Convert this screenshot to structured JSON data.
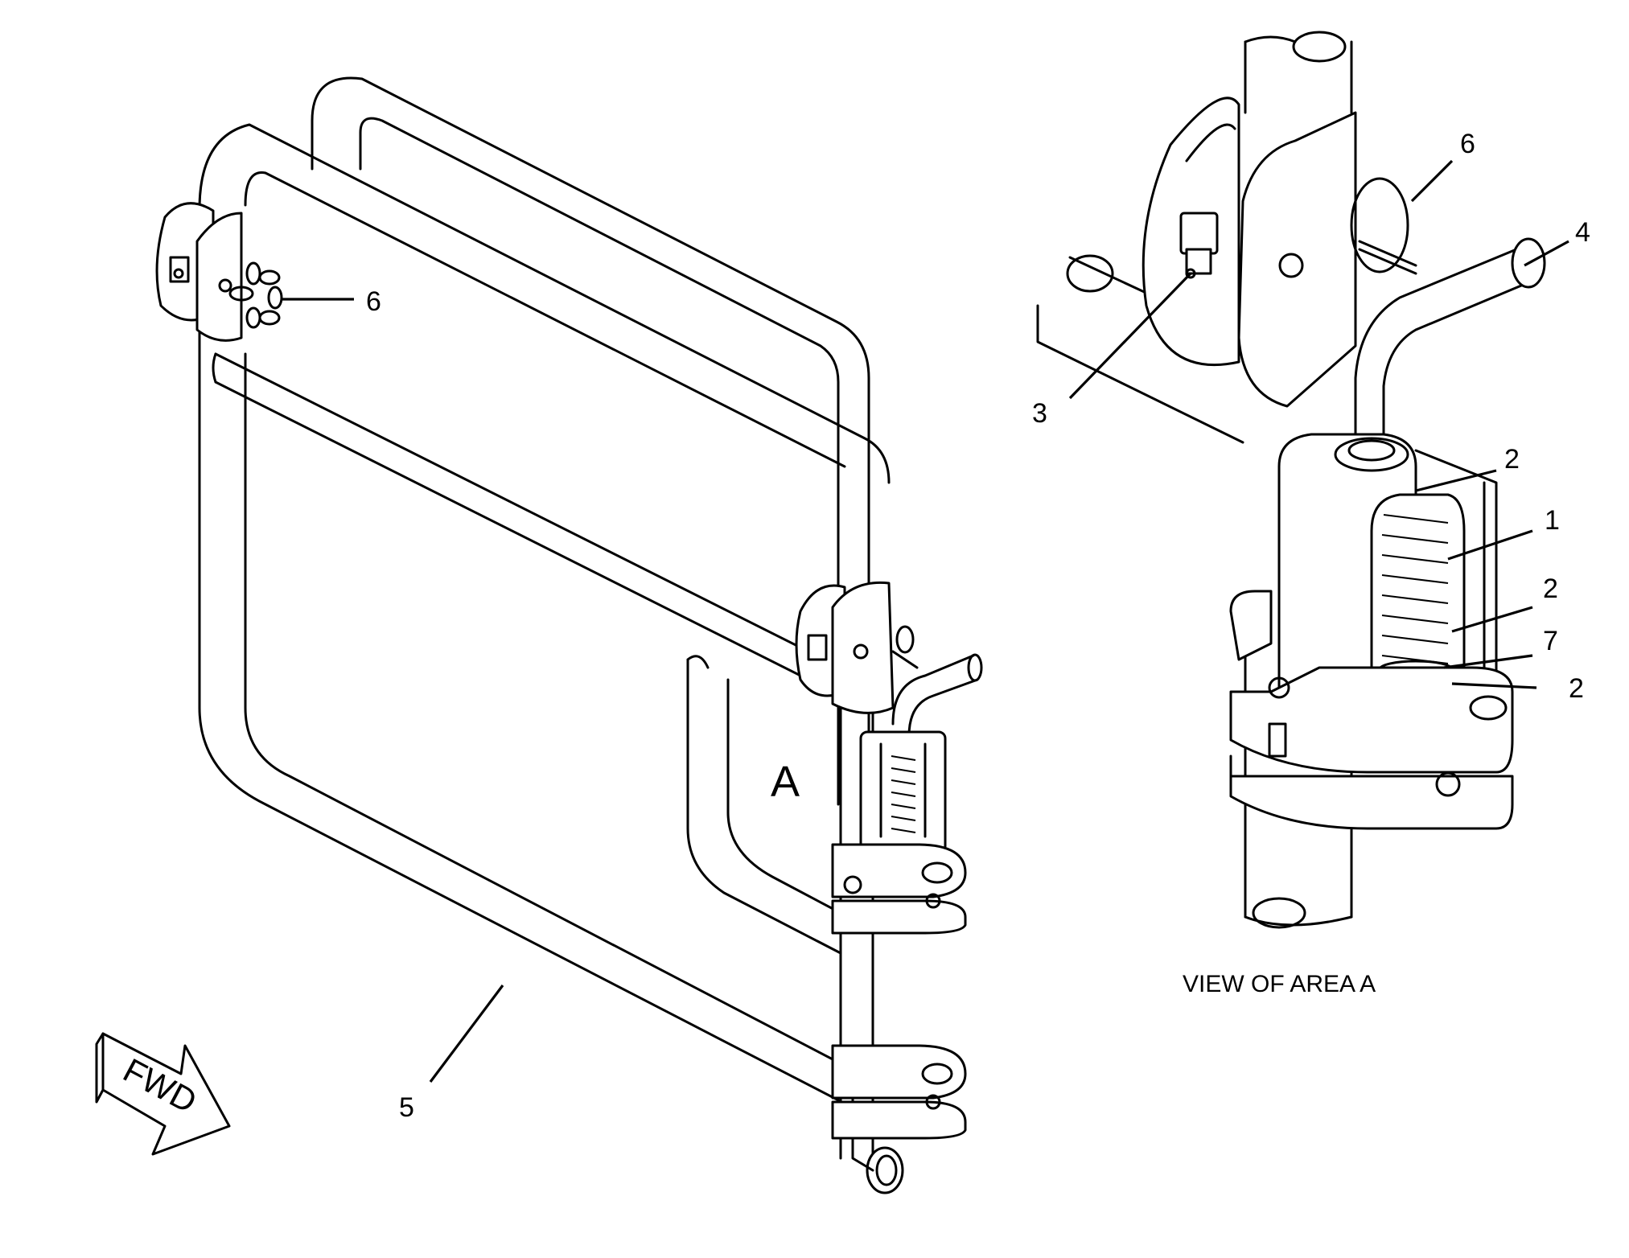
{
  "callouts": {
    "c6_main": "6",
    "c5": "5",
    "area_letter": "A",
    "c6_detail": "6",
    "c4": "4",
    "c3": "3",
    "c2_top": "2",
    "c1": "1",
    "c2_mid": "2",
    "c7": "7",
    "c2_bottom": "2"
  },
  "fwd_label": "FWD",
  "view_caption": "VIEW OF AREA  A"
}
